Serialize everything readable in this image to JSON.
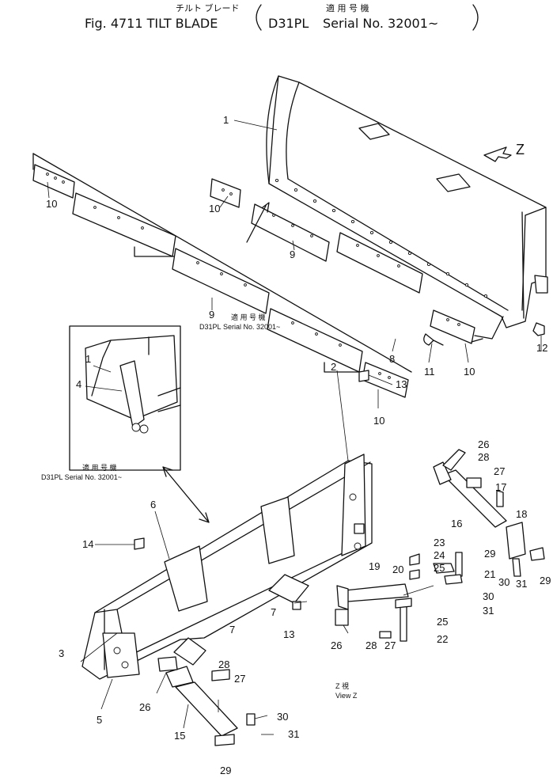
{
  "header": {
    "jp_title": "チルト ブレード",
    "jp_applicable": "適 用 号 機",
    "title": "Fig. 4711 TILT BLADE",
    "model": "D31PL",
    "serial": "Serial No. 32001~"
  },
  "notes": {
    "blade_note_jp": "適 用 号 機",
    "blade_note_model": "D31PL",
    "blade_note_serial": "Serial No. 32001~",
    "inset_note_jp": "適 用 号 機",
    "inset_note_line": "D31PL  Serial  No. 32001~",
    "view_jp": "Z  視",
    "view_label": "View Z",
    "z_arrow_label": "Z"
  },
  "callouts": [
    {
      "id": "c1",
      "text": "1"
    },
    {
      "id": "c10a",
      "text": "10"
    },
    {
      "id": "c10b",
      "text": "10"
    },
    {
      "id": "c9a",
      "text": "9"
    },
    {
      "id": "c9b",
      "text": "9"
    },
    {
      "id": "c8",
      "text": "8"
    },
    {
      "id": "c10c",
      "text": "10"
    },
    {
      "id": "c10d",
      "text": "10"
    },
    {
      "id": "c11",
      "text": "11"
    },
    {
      "id": "c12",
      "text": "12"
    },
    {
      "id": "c1i",
      "text": "1"
    },
    {
      "id": "c4",
      "text": "4"
    },
    {
      "id": "c2",
      "text": "2"
    },
    {
      "id": "c13a",
      "text": "13"
    },
    {
      "id": "c26a",
      "text": "26"
    },
    {
      "id": "c28a",
      "text": "28"
    },
    {
      "id": "c27a",
      "text": "27"
    },
    {
      "id": "c17",
      "text": "17"
    },
    {
      "id": "c16",
      "text": "16"
    },
    {
      "id": "c18",
      "text": "18"
    },
    {
      "id": "c6",
      "text": "6"
    },
    {
      "id": "c14",
      "text": "14"
    },
    {
      "id": "c23",
      "text": "23"
    },
    {
      "id": "c24",
      "text": "24"
    },
    {
      "id": "c19",
      "text": "19"
    },
    {
      "id": "c20",
      "text": "20"
    },
    {
      "id": "c25a",
      "text": "25"
    },
    {
      "id": "c29a",
      "text": "29"
    },
    {
      "id": "c29b",
      "text": "29"
    },
    {
      "id": "c21",
      "text": "21"
    },
    {
      "id": "c30a",
      "text": "30"
    },
    {
      "id": "c30b",
      "text": "30"
    },
    {
      "id": "c31a",
      "text": "31"
    },
    {
      "id": "c31b",
      "text": "31"
    },
    {
      "id": "c7a",
      "text": "7"
    },
    {
      "id": "c7b",
      "text": "7"
    },
    {
      "id": "c13b",
      "text": "13"
    },
    {
      "id": "c26b",
      "text": "26"
    },
    {
      "id": "c28b",
      "text": "28"
    },
    {
      "id": "c27b",
      "text": "27"
    },
    {
      "id": "c25b",
      "text": "25"
    },
    {
      "id": "c22",
      "text": "22"
    },
    {
      "id": "c3",
      "text": "3"
    },
    {
      "id": "c28c",
      "text": "28"
    },
    {
      "id": "c27c",
      "text": "27"
    },
    {
      "id": "c26c",
      "text": "26"
    },
    {
      "id": "c5",
      "text": "5"
    },
    {
      "id": "c15",
      "text": "15"
    },
    {
      "id": "c30c",
      "text": "30"
    },
    {
      "id": "c31c",
      "text": "31"
    },
    {
      "id": "c29c",
      "text": "29"
    }
  ]
}
